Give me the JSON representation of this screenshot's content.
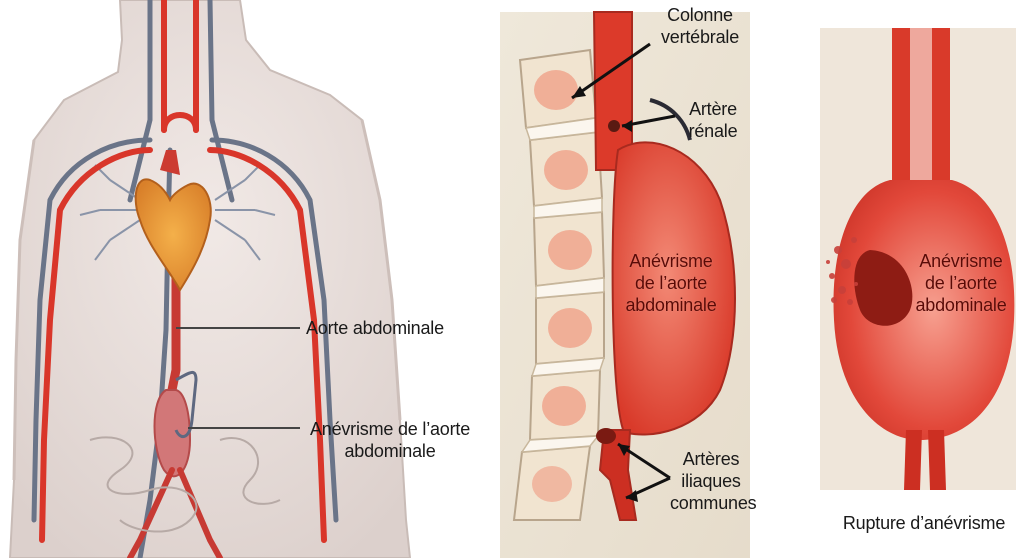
{
  "panels": {
    "body": {
      "label_aorta": "Aorte abdominale",
      "label_aneurysm_line1": "Anévrisme de l’aorte",
      "label_aneurysm_line2": "abdominale"
    },
    "spine": {
      "label_spine_line1": "Colonne",
      "label_spine_line2": "vertébrale",
      "label_renal_line1": "Artère",
      "label_renal_line2": "rénale",
      "label_aneurysm_line1": "Anévrisme",
      "label_aneurysm_line2": "de l’aorte",
      "label_aneurysm_line3": "abdominale",
      "label_iliac_line1": "Artères",
      "label_iliac_line2": "iliaques",
      "label_iliac_line3": "communes"
    },
    "rupture": {
      "label_aneurysm_line1": "Anévrisme",
      "label_aneurysm_line2": "de l’aorte",
      "label_aneurysm_line3": "abdominale",
      "caption": "Rupture d’anévrisme"
    }
  },
  "colors": {
    "artery_red": "#d9362a",
    "aneurysm_light": "#f07560",
    "vein_blue": "#6a7488",
    "skin": "#ece3de",
    "bone": "#f1ead6",
    "bone_red": "#f08c72"
  }
}
